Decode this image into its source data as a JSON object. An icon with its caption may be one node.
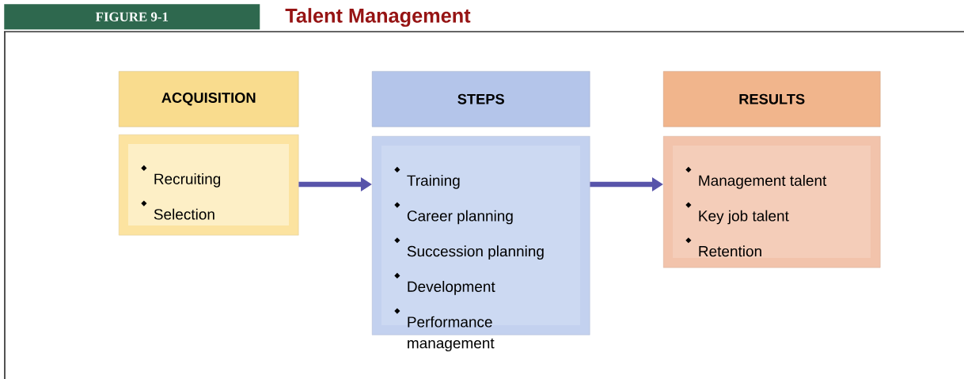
{
  "diagram": {
    "title": "Talent Management",
    "nodes": [
      {
        "text": [
          "ACQUISITION"
        ]
      },
      {
        "text": [
          "Recruiting",
          "Selection"
        ]
      },
      {
        "text": [
          "STEPS"
        ]
      },
      {
        "text": [
          "Training",
          "Career planning",
          "Succession planning",
          "Development",
          "Performance management"
        ]
      },
      {
        "text": [
          "RESULTS"
        ]
      },
      {
        "text": [
          "Management talent",
          "Key job talent",
          "Retention"
        ]
      }
    ],
    "edges": [
      {
        "from": 1,
        "to": 3,
        "arrow": "to"
      },
      {
        "from": 3,
        "to": 5,
        "arrow": "to"
      }
    ],
    "labels": [
      "FIGURE 9-1"
    ]
  }
}
